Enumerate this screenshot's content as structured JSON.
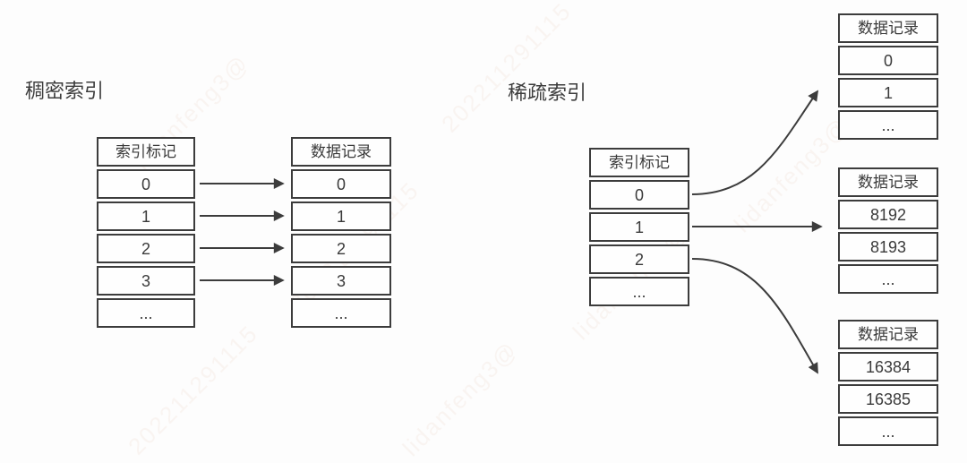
{
  "titles": {
    "dense": "稠密索引",
    "sparse": "稀疏索引"
  },
  "dense": {
    "index_table": {
      "header": "索引标记",
      "rows": [
        "0",
        "1",
        "2",
        "3",
        "..."
      ]
    },
    "data_table": {
      "header": "数据记录",
      "rows": [
        "0",
        "1",
        "2",
        "3",
        "..."
      ]
    }
  },
  "sparse": {
    "index_table": {
      "header": "索引标记",
      "rows": [
        "0",
        "1",
        "2",
        "..."
      ]
    },
    "data_tables": [
      {
        "header": "数据记录",
        "rows": [
          "0",
          "1",
          "..."
        ]
      },
      {
        "header": "数据记录",
        "rows": [
          "8192",
          "8193",
          "..."
        ]
      },
      {
        "header": "数据记录",
        "rows": [
          "16384",
          "16385",
          "..."
        ]
      }
    ]
  },
  "watermark": {
    "line1": "lidanfeng3@",
    "line2": "202211291115"
  },
  "colors": {
    "line": "#3c3c3c",
    "text": "#3a3a3a",
    "background": "#fdfdfd"
  }
}
